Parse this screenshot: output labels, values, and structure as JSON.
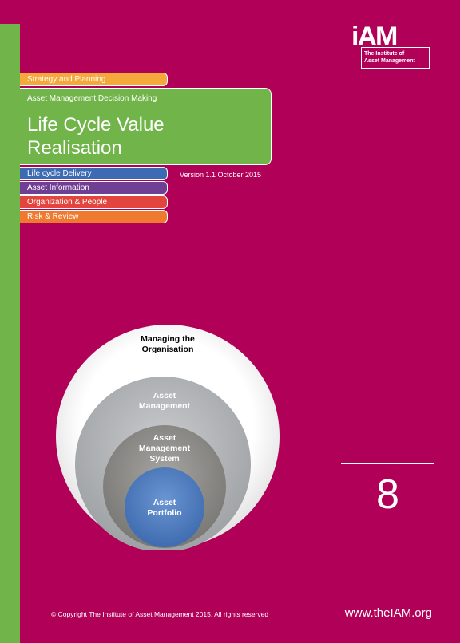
{
  "logo": {
    "wordmark": "iAM",
    "line1": "The Institute of",
    "line2": "Asset Management"
  },
  "tabs": {
    "strategy": "Strategy and Planning",
    "lifecycle": "Life cycle Delivery",
    "asset_info": "Asset Information",
    "organization": "Organization & People",
    "risk": "Risk & Review"
  },
  "main": {
    "subtitle": "Asset Management Decision Making",
    "title": "Life Cycle Value Realisation"
  },
  "version": "Version 1.1 October 2015",
  "diagram": {
    "outer_l1": "Managing the",
    "outer_l2": "Organisation",
    "am_l1": "Asset",
    "am_l2": "Management",
    "ams_l1": "Asset",
    "ams_l2": "Management",
    "ams_l3": "System",
    "ap_l1": "Asset",
    "ap_l2": "Portfolio"
  },
  "page_number": "8",
  "footer": {
    "copyright": "© Copyright The Institute of Asset Management 2015. All rights reserved",
    "url": "www.theIAM.org"
  },
  "colors": {
    "background": "#b00058",
    "green": "#71b54a",
    "orange": "#f6a93b",
    "blue": "#3d6bb3",
    "purple": "#6f3f93",
    "red": "#e2453d",
    "orange2": "#ef7a2f",
    "portfolio": "#4f7fc2"
  }
}
